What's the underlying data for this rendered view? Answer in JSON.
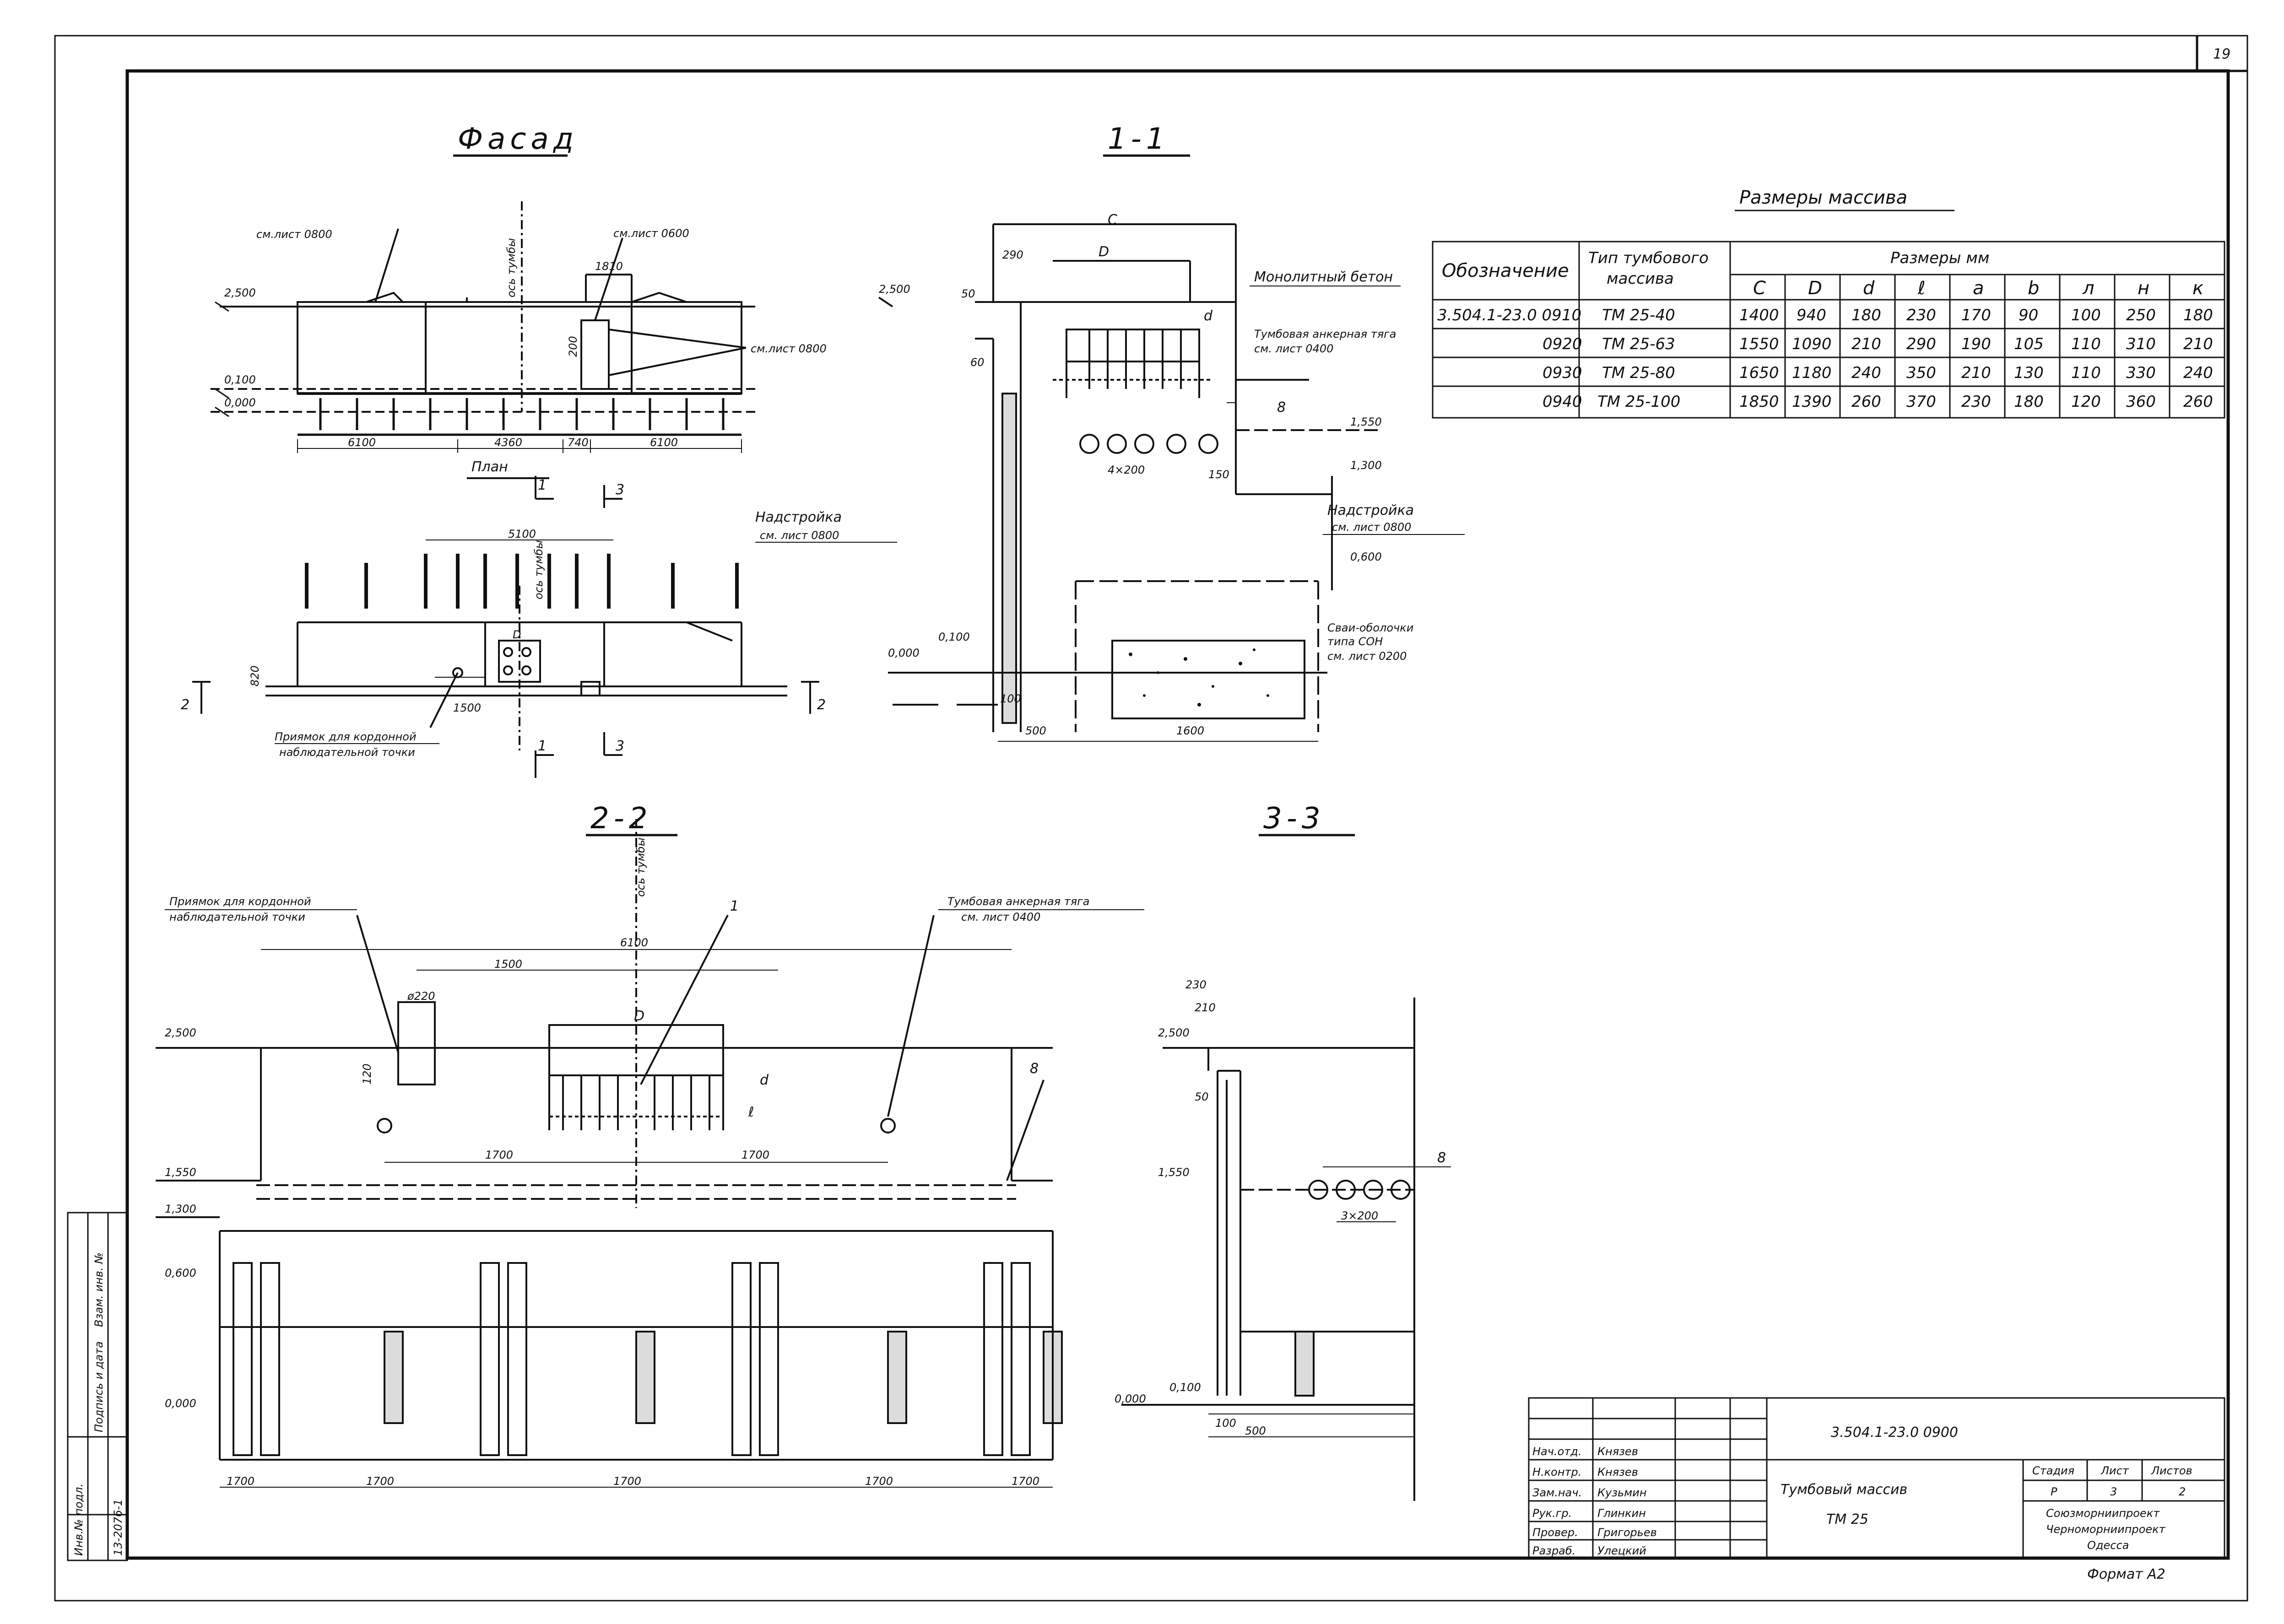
{
  "sheet_number": "19",
  "titles": {
    "facade": "Фасад",
    "section_1_1": "1-1",
    "plan": "План",
    "section_2_2": "2-2",
    "section_3_3": "3-3"
  },
  "facade": {
    "elev": [
      "2,500",
      "0,100",
      "0,000"
    ],
    "dims": [
      "6100",
      "4360",
      "740",
      "6100",
      "1810",
      "200"
    ],
    "refs": [
      "см.лист 0800",
      "см.лист 0600",
      "см.лист 0800",
      "ось тумбы"
    ]
  },
  "plan": {
    "cut_marks": [
      "1",
      "3",
      "1",
      "3",
      "2",
      "2"
    ],
    "superstructure_label": [
      "Надстройка",
      "см. лист 0800"
    ],
    "dims": [
      "5100",
      "1500",
      "820",
      "D"
    ],
    "axis_label": "ось тумбы",
    "pit_note": [
      "Приямок для кордонной",
      "наблюдательной точки"
    ]
  },
  "section_1_1": {
    "labels": [
      "Монолитный бетон",
      "Тумбовая анкерная тяга",
      "см. лист 0400",
      "Надстройка",
      "см. лист 0800",
      "Сваи-оболочки",
      "типа СОН",
      "см. лист 0200"
    ],
    "elev": [
      "2,500",
      "1,550",
      "1,300",
      "0,600",
      "0,100",
      "0,000"
    ],
    "dims": [
      "C",
      "D",
      "290",
      "4×200",
      "150",
      "500",
      "1600",
      "50",
      "60",
      "100"
    ],
    "marks": [
      "d",
      "8"
    ]
  },
  "table": {
    "title": "Размеры массива",
    "col_designation": "Обозначение",
    "col_type": [
      "Тип тумбового",
      "массива"
    ],
    "col_sizes": "Размеры   мм",
    "size_cols": [
      "C",
      "D",
      "d",
      "ℓ",
      "a",
      "b",
      "л",
      "н",
      "к"
    ],
    "rows": [
      {
        "designation": "3.504.1-23.0 0910",
        "type": "ТМ 25-40",
        "values": [
          "1400",
          "940",
          "180",
          "230",
          "170",
          "90",
          "100",
          "250",
          "180"
        ]
      },
      {
        "designation": "0920",
        "type": "ТМ 25-63",
        "values": [
          "1550",
          "1090",
          "210",
          "290",
          "190",
          "105",
          "110",
          "310",
          "210"
        ]
      },
      {
        "designation": "0930",
        "type": "ТМ 25-80",
        "values": [
          "1650",
          "1180",
          "240",
          "350",
          "210",
          "130",
          "110",
          "330",
          "240"
        ]
      },
      {
        "designation": "0940",
        "type": "ТМ 25-100",
        "values": [
          "1850",
          "1390",
          "260",
          "370",
          "230",
          "180",
          "120",
          "360",
          "260"
        ]
      }
    ]
  },
  "section_2_2": {
    "left_note": [
      "Приямок для кордонной",
      "наблюдательной точки"
    ],
    "right_note": [
      "Тумбовая анкерная тяга",
      "см. лист 0400"
    ],
    "axis_label": "ось тумбы",
    "elev": [
      "2,500",
      "1,550",
      "1,300",
      "0,600",
      "0,000"
    ],
    "dims_top": [
      "6100",
      "1500",
      "ø220",
      "D",
      "d",
      "ℓ",
      "120"
    ],
    "dims_mid": [
      "1700",
      "1700"
    ],
    "dims_bottom": [
      "1700",
      "1700",
      "1700",
      "1700",
      "1700"
    ],
    "marks": [
      "1",
      "8"
    ]
  },
  "section_3_3": {
    "elev": [
      "2,500",
      "1,550",
      "0,100",
      "0,000"
    ],
    "dims": [
      "230",
      "210",
      "500",
      "3×200",
      "100",
      "50"
    ],
    "marks": [
      "8"
    ]
  },
  "title_block": {
    "doc_code": "3.504.1-23.0   0900",
    "name_line1": "Тумбовый массив",
    "name_line2": "ТМ 25",
    "roles": [
      "Нач.отд.",
      "Н.контр.",
      "Зам.нач.",
      "Рук.гр.",
      "Провер.",
      "Разраб."
    ],
    "people": [
      "Князев",
      "Князев",
      "Кузьмин",
      "Глинкин",
      "Григорьев",
      "Улецкий"
    ],
    "stage_label": "Стадия",
    "sheet_label": "Лист",
    "sheets_label": "Листов",
    "stage": "Р",
    "sheet": "3",
    "sheets": "2",
    "org": [
      "Союзморниипроект",
      "Черноморниипроект",
      "Одесса"
    ],
    "format": "Формат А2"
  },
  "side_stamp": {
    "inv": "Инв.№ подл.",
    "sign": "Подпись и дата",
    "replace": "Взам. инв. №",
    "inv_no": "13-2076-1"
  }
}
